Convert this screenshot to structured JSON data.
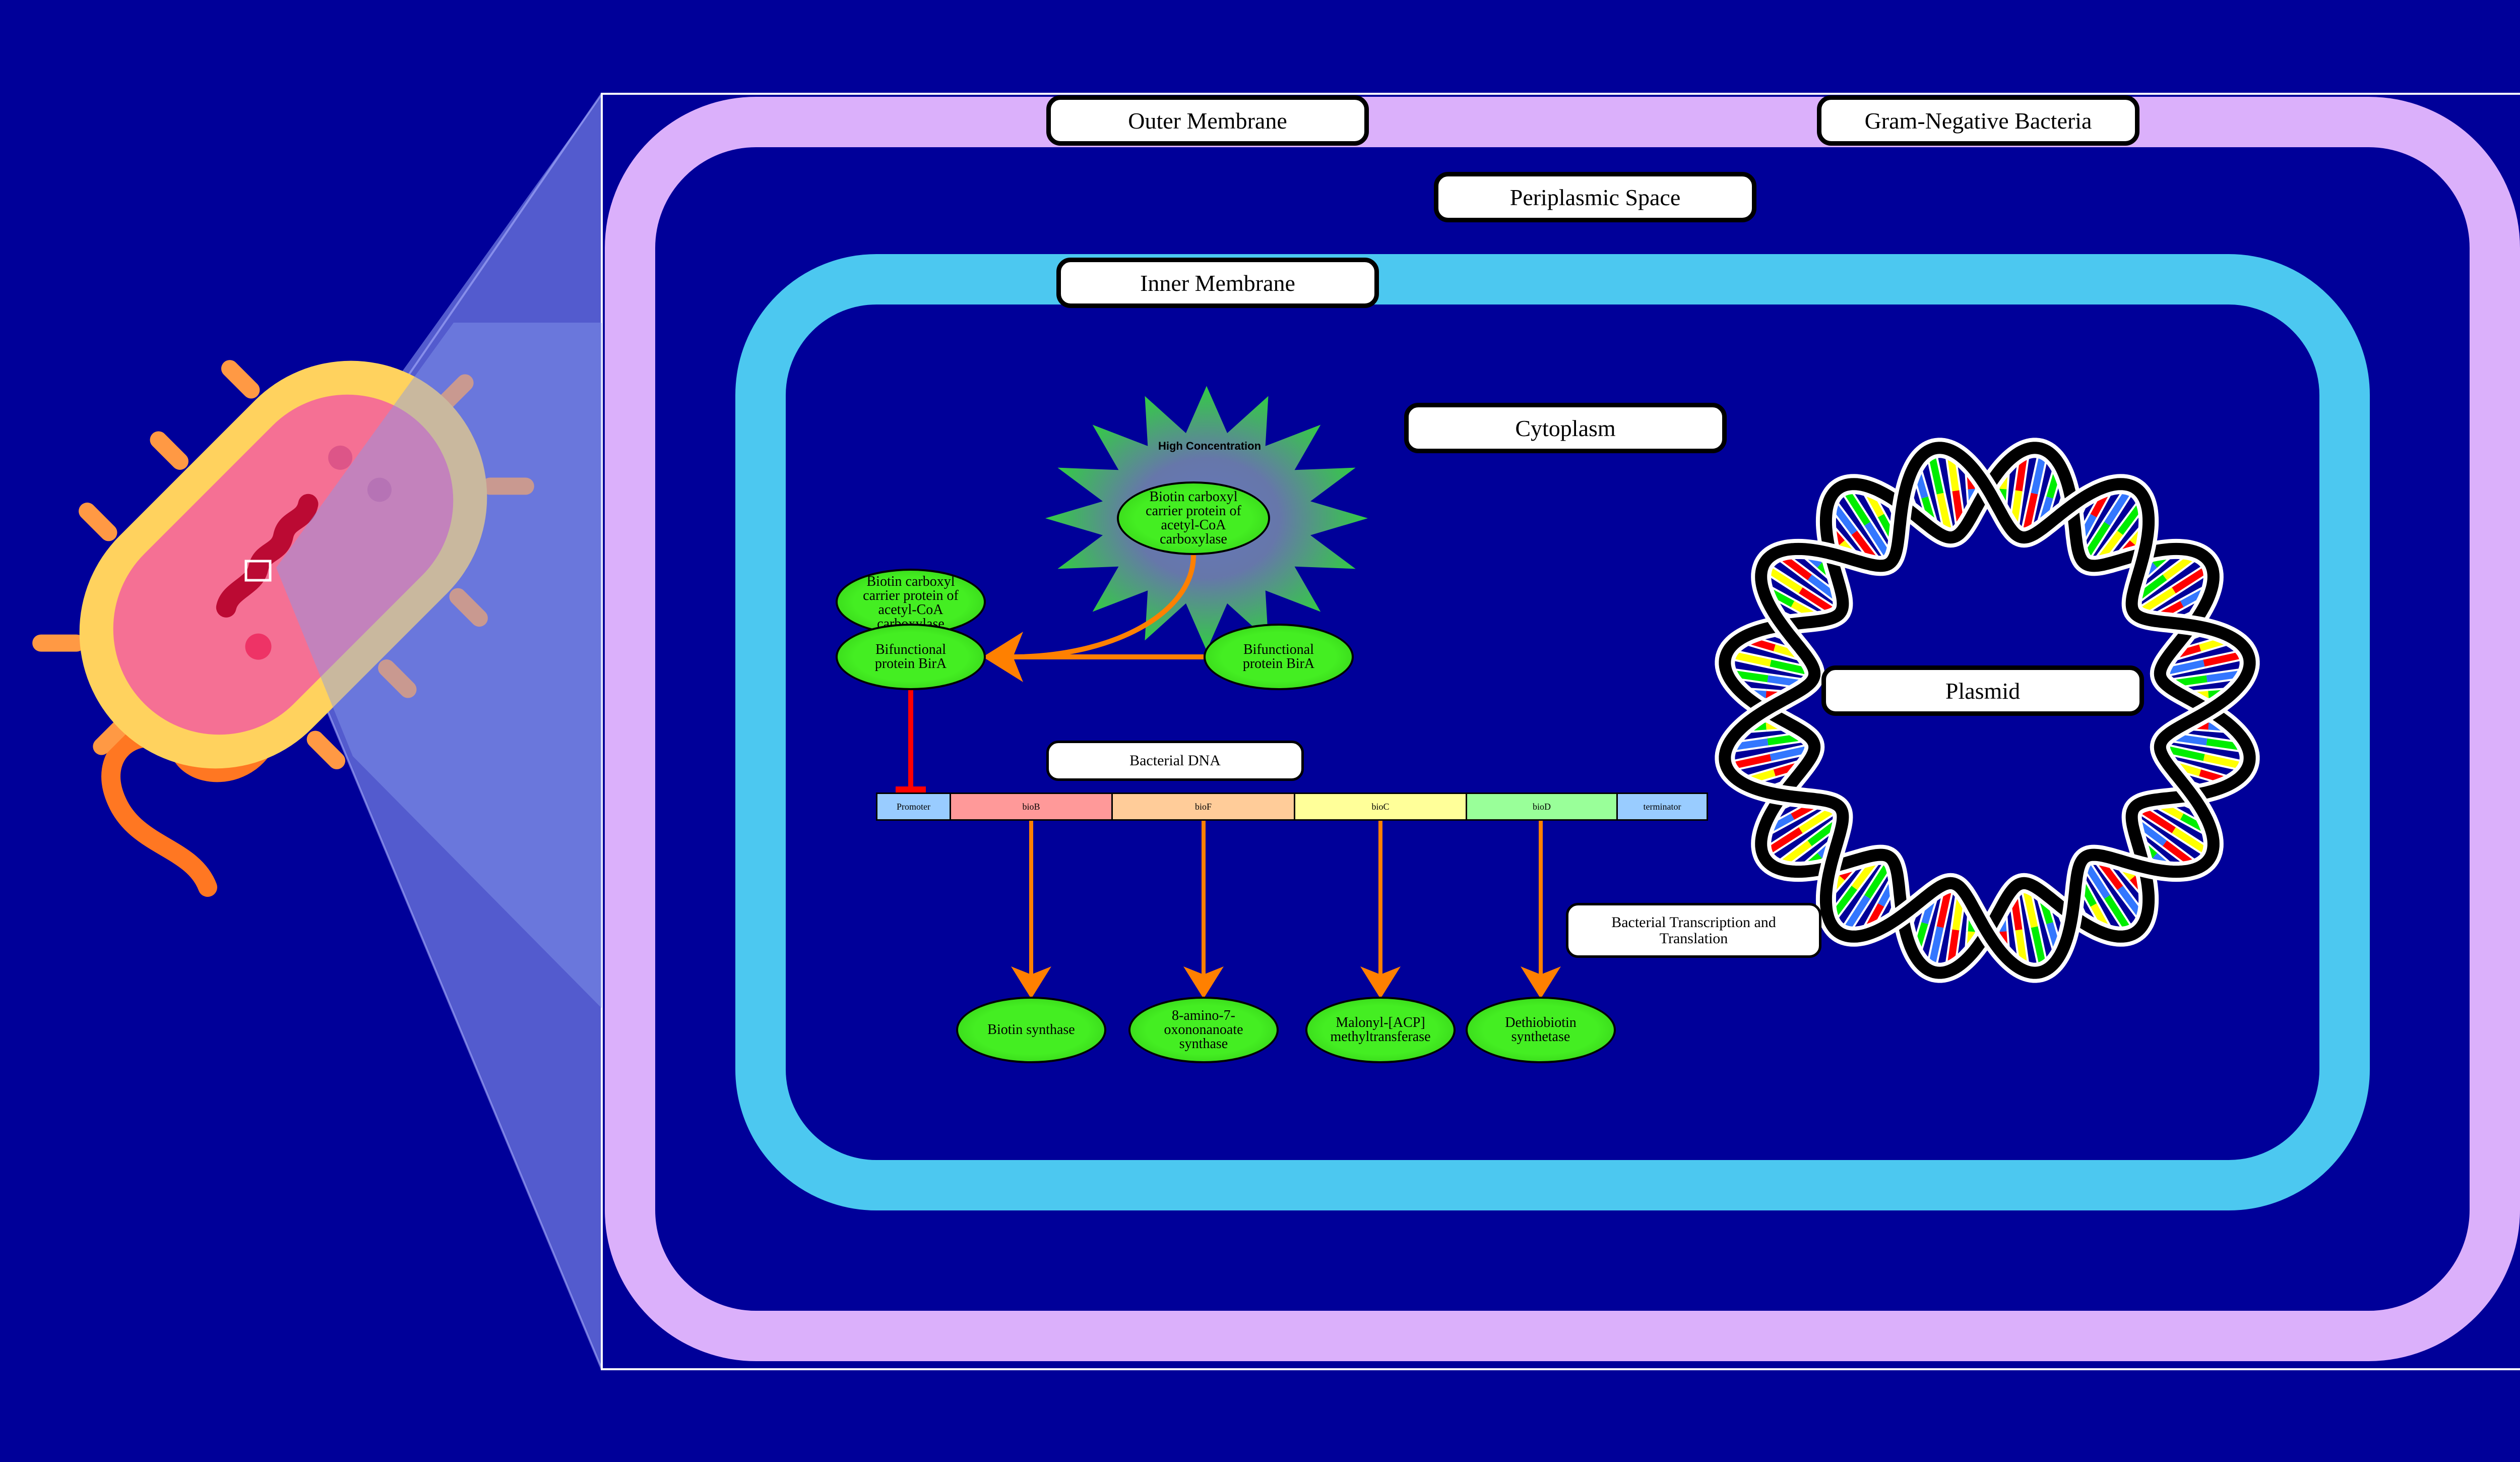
{
  "colors": {
    "background": "#000099",
    "outer_membrane": "#dbb0fb",
    "inner_membrane": "#4cc8f0",
    "protein_fill": "#44ee22",
    "activation_arrow": "#ff8000",
    "inhibition_line": "#ff0000",
    "zoom_cone": "#6f7ae0"
  },
  "compartments": {
    "organism": "Gram-Negative Bacteria",
    "outer_membrane": "Outer Membrane",
    "periplasm": "Periplasmic Space",
    "inner_membrane": "Inner Membrane",
    "cytoplasm": "Cytoplasm",
    "plasmid": "Plasmid"
  },
  "star": {
    "title": "High Concentration",
    "protein": "Biotin carboxyl carrier protein of acetyl-CoA carboxylase"
  },
  "proteins": {
    "bccp_top": "Biotin carboxyl carrier protein of acetyl-CoA carboxylase",
    "bira_left": "Bifunctional protein BirA",
    "bira_right": "Bifunctional protein BirA"
  },
  "dna": {
    "label": "Bacterial DNA",
    "segments": [
      {
        "name": "Promoter",
        "color": "#99ccff"
      },
      {
        "name": "bioB",
        "color": "#ff9999"
      },
      {
        "name": "bioF",
        "color": "#ffcc99"
      },
      {
        "name": "bioC",
        "color": "#ffff99"
      },
      {
        "name": "bioD",
        "color": "#99ff99"
      },
      {
        "name": "terminator",
        "color": "#99ccff"
      }
    ]
  },
  "process_label": "Bacterial Transcription and Translation",
  "products": [
    "Biotin synthase",
    "8-amino-7-oxononanoate synthase",
    "Malonyl-[ACP] methyltransferase",
    "Dethiobiotin synthetase"
  ],
  "icons": {
    "bacterium": "bacterium-icon",
    "plasmid": "plasmid-dna-icon"
  }
}
